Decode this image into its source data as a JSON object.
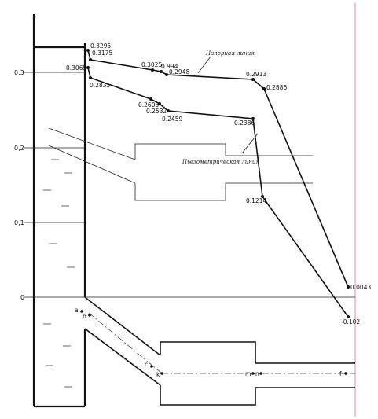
{
  "axis": {
    "ticks": [
      {
        "label": "0,3"
      },
      {
        "label": "0,2"
      },
      {
        "label": "0,1"
      },
      {
        "label": "0"
      }
    ]
  },
  "captions": {
    "head_line": "Напорная линия",
    "piezo_line": "Пьезометрическая линия"
  },
  "head_values": [
    "0.3295",
    "0.3175",
    "0.3025",
    "0.994",
    "0.2948",
    "0.2913",
    "0.2886",
    "0.0043"
  ],
  "piezo_values": [
    "0.3065",
    "0.2835",
    "0.2605",
    "0.2532",
    "0.2459",
    "0.2386",
    "0.1214",
    "-0.102"
  ],
  "sections": [
    "a",
    "b",
    "c",
    "k",
    "m",
    "n",
    "f"
  ],
  "colors": {
    "ink": "#111111",
    "guide": "#e060a0"
  }
}
